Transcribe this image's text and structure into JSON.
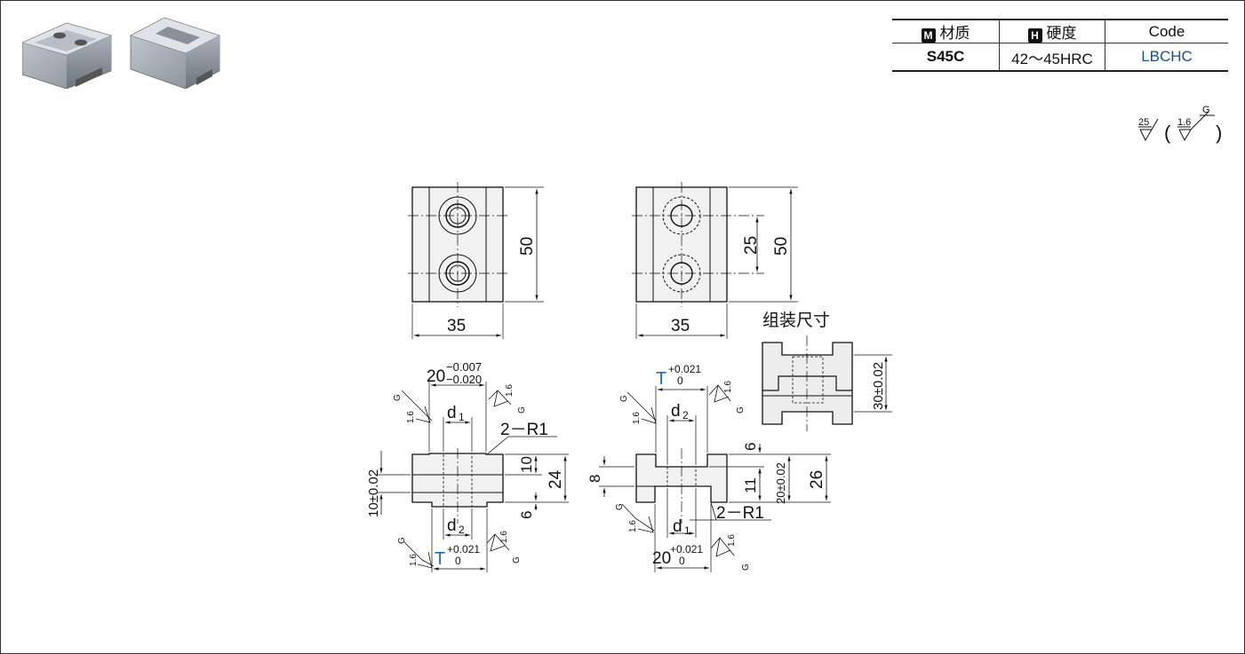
{
  "spec_table": {
    "headers": [
      {
        "badge": "M",
        "label": "材质"
      },
      {
        "badge": "H",
        "label": "硬度"
      },
      {
        "badge": "",
        "label": "Code"
      }
    ],
    "material": "S45C",
    "hardness": "42～45HRC",
    "code": "LBCHC"
  },
  "surface_finish": {
    "general": "25",
    "special": "1.6",
    "grind": "G"
  },
  "assembly_label": "组装尺寸",
  "dims": {
    "height": "50",
    "width": "35",
    "hole_pitch": "25",
    "key_tol_main": "20",
    "key_tol_upper": "−0.007",
    "key_tol_lower": "−0.020",
    "d1": "d",
    "d1_sub": "1",
    "d2_sub": "2",
    "radius": "2－R1",
    "t": "T",
    "t_upper": "+0.021",
    "t_lower": "0",
    "slot_width": "20",
    "h10": "10",
    "h24": "24",
    "h6": "6",
    "h10_tol": "10±0.02",
    "h8": "8",
    "h11": "11",
    "h20_tol": "20±0.02",
    "h26": "26",
    "assy_30": "30±0.02",
    "finish": "1.6",
    "g": "G"
  }
}
